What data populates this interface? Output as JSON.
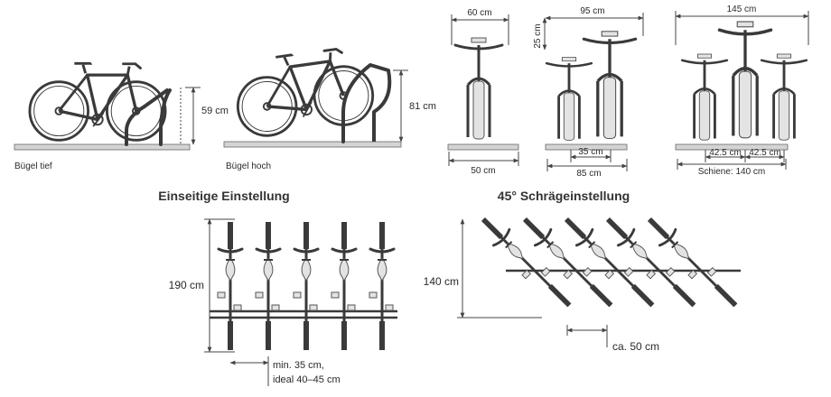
{
  "colors": {
    "stroke": "#3a3a3a",
    "fill": "#e3e3e3",
    "ground": "#d4d4d4",
    "text": "#2a2a2a"
  },
  "side_views": {
    "low": {
      "label": "Bügel tief",
      "height": "59 cm"
    },
    "high": {
      "label": "Bügel hoch",
      "height": "81 cm"
    }
  },
  "front_views": {
    "single": {
      "top_width": "60 cm",
      "base_width": "50 cm",
      "offset": "25 cm"
    },
    "double": {
      "top_width": "95 cm",
      "inner": "35 cm",
      "base_width": "85 cm"
    },
    "triple": {
      "top_width": "145 cm",
      "spacing_left": "42.5 cm",
      "spacing_right": "42.5 cm",
      "rail": "Schiene: 140 cm"
    }
  },
  "plan_views": {
    "straight": {
      "title": "Einseitige Einstellung",
      "depth": "190 cm",
      "spacing_1": "min. 35 cm,",
      "spacing_2": "ideal 40–45 cm"
    },
    "angled": {
      "title": "45° Schrägeinstellung",
      "depth": "140 cm",
      "spacing": "ca. 50 cm"
    }
  }
}
